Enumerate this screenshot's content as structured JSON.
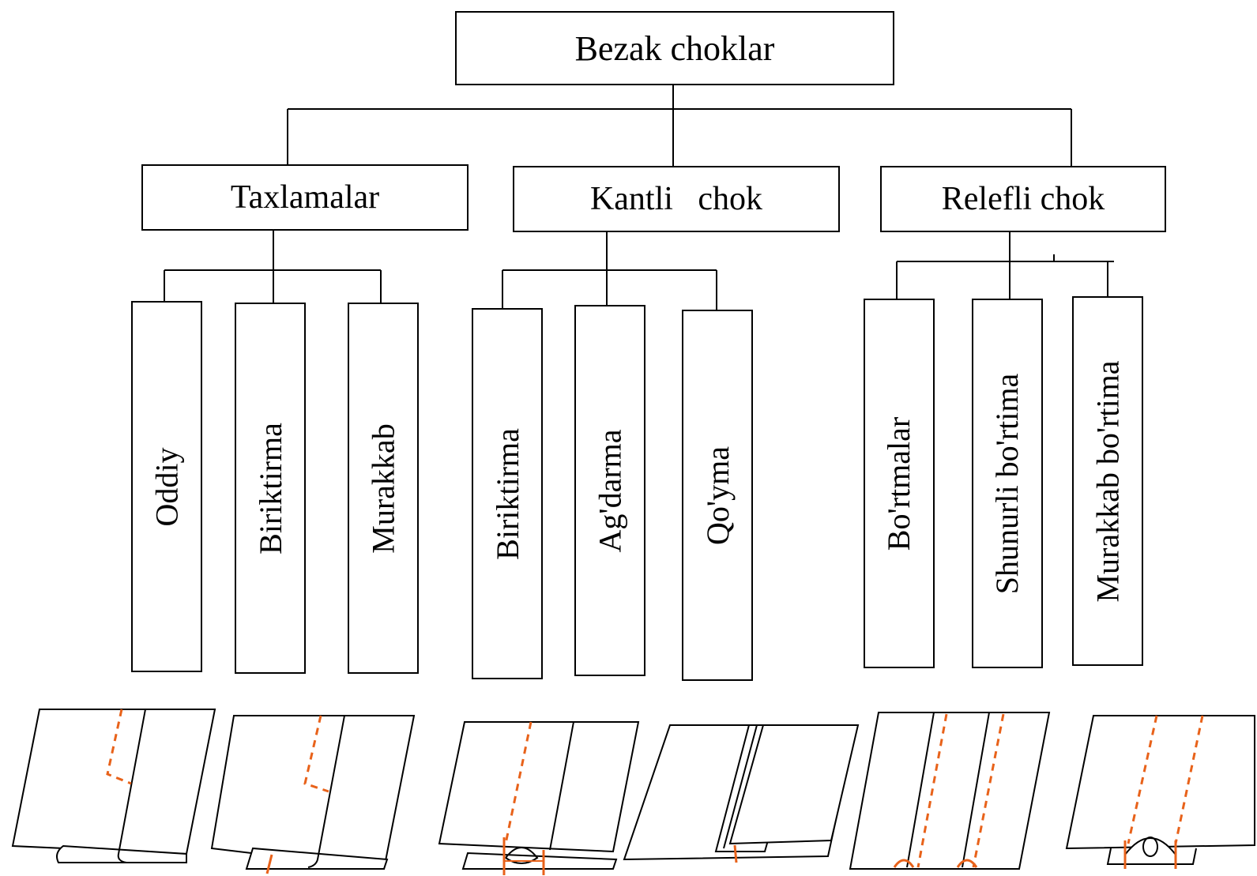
{
  "root": {
    "label": "Bezak choklar"
  },
  "categories": [
    {
      "label": "Taxlamalar",
      "children": [
        "Oddiy",
        "Biriktirma",
        "Murakkab"
      ]
    },
    {
      "label": "Kantli   chok",
      "children": [
        "Biriktirma",
        "Ag'darma",
        "Qo'yma"
      ]
    },
    {
      "label": "Relefli chok",
      "children": [
        "Bo'rtmalar",
        "Shunurli bo'rtima",
        "Murakkab bo'rtima"
      ]
    }
  ],
  "colors": {
    "line": "#000000",
    "stitch": "#e8621a"
  },
  "illustrations": [
    "oddiy-taxlama-sketch",
    "biriktirma-taxlama-sketch",
    "kantli-biriktirma-sketch",
    "qoyma-kant-sketch",
    "bortma-sketch",
    "shnurli-bortma-sketch"
  ]
}
